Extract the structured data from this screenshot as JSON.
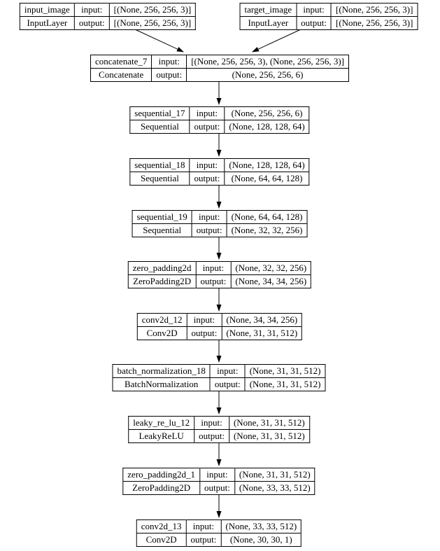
{
  "diagram": {
    "kind": "keras-model-architecture-plot",
    "colors": {
      "stroke": "#000000",
      "background": "#ffffff",
      "text": "#000000"
    },
    "labels": {
      "input": "input:",
      "output": "output:"
    },
    "nodes": [
      {
        "name": "input_image",
        "type": "InputLayer",
        "input": "[(None, 256, 256, 3)]",
        "output": "[(None, 256, 256, 3)]"
      },
      {
        "name": "target_image",
        "type": "InputLayer",
        "input": "[(None, 256, 256, 3)]",
        "output": "[(None, 256, 256, 3)]"
      },
      {
        "name": "concatenate_7",
        "type": "Concatenate",
        "input": "[(None, 256, 256, 3), (None, 256, 256, 3)]",
        "output": "(None, 256, 256, 6)"
      },
      {
        "name": "sequential_17",
        "type": "Sequential",
        "input": "(None, 256, 256, 6)",
        "output": "(None, 128, 128, 64)"
      },
      {
        "name": "sequential_18",
        "type": "Sequential",
        "input": "(None, 128, 128, 64)",
        "output": "(None, 64, 64, 128)"
      },
      {
        "name": "sequential_19",
        "type": "Sequential",
        "input": "(None, 64, 64, 128)",
        "output": "(None, 32, 32, 256)"
      },
      {
        "name": "zero_padding2d",
        "type": "ZeroPadding2D",
        "input": "(None, 32, 32, 256)",
        "output": "(None, 34, 34, 256)"
      },
      {
        "name": "conv2d_12",
        "type": "Conv2D",
        "input": "(None, 34, 34, 256)",
        "output": "(None, 31, 31, 512)"
      },
      {
        "name": "batch_normalization_18",
        "type": "BatchNormalization",
        "input": "(None, 31, 31, 512)",
        "output": "(None, 31, 31, 512)"
      },
      {
        "name": "leaky_re_lu_12",
        "type": "LeakyReLU",
        "input": "(None, 31, 31, 512)",
        "output": "(None, 31, 31, 512)"
      },
      {
        "name": "zero_padding2d_1",
        "type": "ZeroPadding2D",
        "input": "(None, 31, 31, 512)",
        "output": "(None, 33, 33, 512)"
      },
      {
        "name": "conv2d_13",
        "type": "Conv2D",
        "input": "(None, 33, 33, 512)",
        "output": "(None, 30, 30, 1)"
      }
    ],
    "edges": [
      {
        "from": "input_image",
        "to": "concatenate_7"
      },
      {
        "from": "target_image",
        "to": "concatenate_7"
      },
      {
        "from": "concatenate_7",
        "to": "sequential_17"
      },
      {
        "from": "sequential_17",
        "to": "sequential_18"
      },
      {
        "from": "sequential_18",
        "to": "sequential_19"
      },
      {
        "from": "sequential_19",
        "to": "zero_padding2d"
      },
      {
        "from": "zero_padding2d",
        "to": "conv2d_12"
      },
      {
        "from": "conv2d_12",
        "to": "batch_normalization_18"
      },
      {
        "from": "batch_normalization_18",
        "to": "leaky_re_lu_12"
      },
      {
        "from": "leaky_re_lu_12",
        "to": "zero_padding2d_1"
      },
      {
        "from": "zero_padding2d_1",
        "to": "conv2d_13"
      }
    ]
  }
}
